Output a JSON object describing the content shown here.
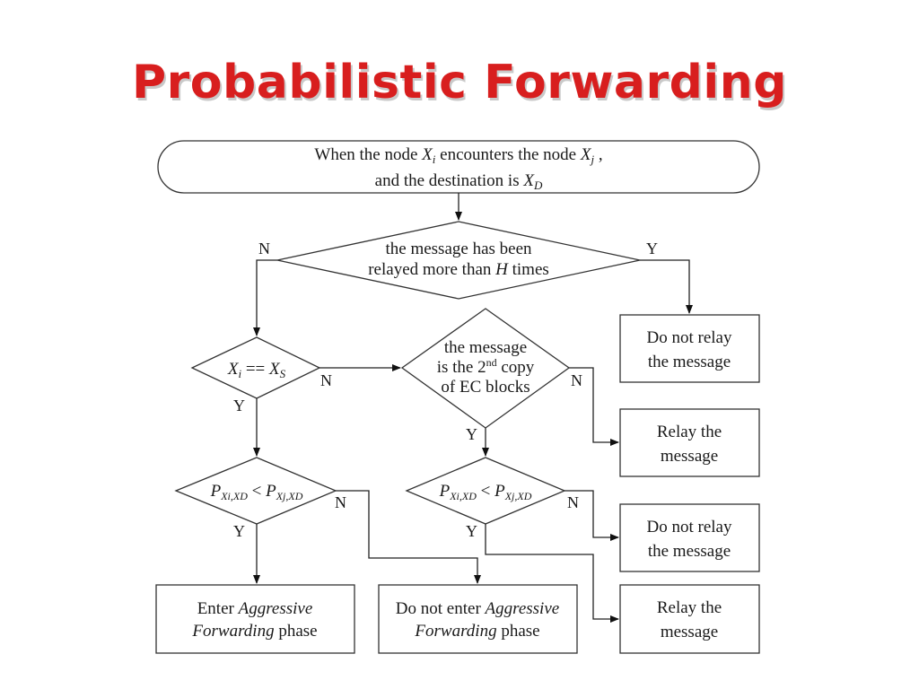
{
  "title": "Probabilistic Forwarding",
  "start": {
    "line1": {
      "pre": "When the node ",
      "var1": "X",
      "sub1": "i",
      "mid": " encounters the node ",
      "var2": "X",
      "sub2": "j",
      "post": " ,"
    },
    "line2": {
      "pre": "and the destination is ",
      "var": "X",
      "sub": "D"
    }
  },
  "decision_relayed": {
    "line1": "the message has been",
    "line2_pre": "relayed more than ",
    "line2_var": "H",
    "line2_post": " times"
  },
  "decision_source": {
    "var1": "X",
    "sub1": "i",
    "op": " == ",
    "var2": "X",
    "sub2": "S"
  },
  "decision_copy": {
    "line1": "the message",
    "line2_pre": "is the 2",
    "line2_sup": "nd",
    "line2_post": " copy",
    "line3": "of EC blocks"
  },
  "decision_prob_left": {
    "var1": "P",
    "sub1": "Xi,XD",
    "op": " < ",
    "var2": "P",
    "sub2": "Xj,XD"
  },
  "decision_prob_right": {
    "var1": "P",
    "sub1": "Xi,XD",
    "op": " < ",
    "var2": "P",
    "sub2": "Xj,XD"
  },
  "box_no_relay_1": {
    "line1": "Do not relay",
    "line2": "the message"
  },
  "box_relay_1": {
    "line1": "Relay the",
    "line2": "message"
  },
  "box_no_relay_2": {
    "line1": "Do not relay",
    "line2": "the message"
  },
  "box_relay_2": {
    "line1": "Relay the",
    "line2": "message"
  },
  "box_enter": {
    "line1_pre": "Enter ",
    "line1_em": "Aggressive",
    "line2_em": "Forwarding",
    "line2_post": " phase"
  },
  "box_not_enter": {
    "line1_pre": "Do not enter ",
    "line1_em": "Aggressive",
    "line2_em": "Forwarding",
    "line2_post": " phase"
  },
  "labels": {
    "yes": "Y",
    "no": "N"
  }
}
